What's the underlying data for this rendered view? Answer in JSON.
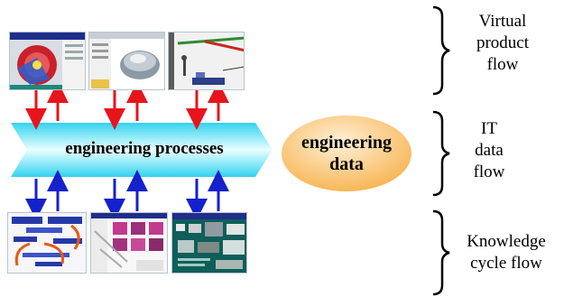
{
  "process_label": "engineering processes",
  "data_label_line1": "engineering",
  "data_label_line2": "data",
  "flows": [
    {
      "lines": [
        "Virtual",
        "product",
        "flow"
      ]
    },
    {
      "lines": [
        "IT",
        "data",
        "flow"
      ]
    },
    {
      "lines": [
        "Knowledge",
        "cycle flow"
      ]
    }
  ],
  "colors": {
    "chevron_light": "#e9feff",
    "chevron_dark": "#33d3ef",
    "ellipse_light": "#fff0d8",
    "ellipse_dark": "#f7b24d",
    "arrow_top": "#e8141c",
    "arrow_bottom": "#1421cc"
  },
  "thumbnails": {
    "top": [
      "cad-wheel-model",
      "cad-dome-model",
      "factory-layout-3d"
    ],
    "bottom": [
      "process-cycle-chart",
      "image-catalog-window",
      "knowledge-database-window"
    ]
  }
}
